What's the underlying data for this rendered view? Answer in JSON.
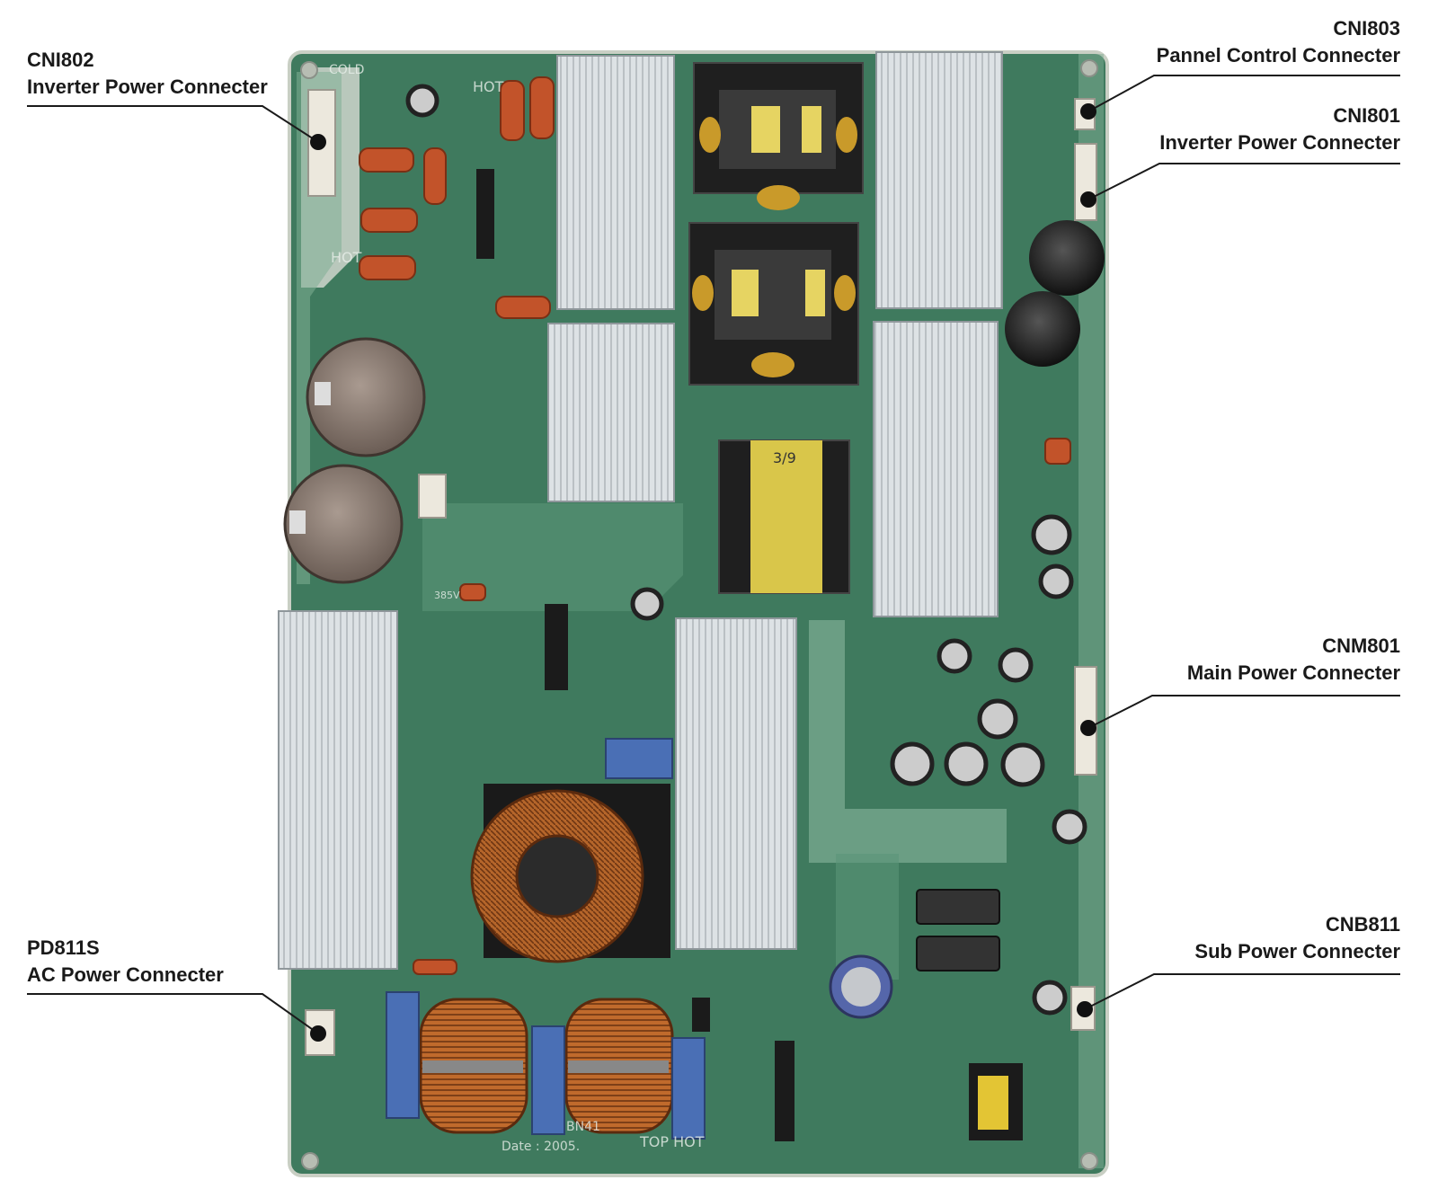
{
  "board": {
    "silkscreen": [
      "COLD",
      "HOT",
      "HOT",
      "TOP HOT",
      "BN41",
      "Date : 2005.",
      "385V"
    ],
    "transformer_label": "3/9"
  },
  "callouts": {
    "cni802": {
      "code": "CNI802",
      "desc": "Inverter Power Connecter"
    },
    "cni803": {
      "code": "CNI803",
      "desc": "Pannel Control Connecter"
    },
    "cni801": {
      "code": "CNI801",
      "desc": "Inverter Power Connecter"
    },
    "cnm801": {
      "code": "CNM801",
      "desc": "Main Power Connecter"
    },
    "cnb811": {
      "code": "CNB811",
      "desc": "Sub Power Connecter"
    },
    "pd811s": {
      "code": "PD811S",
      "desc": "AC Power Connecter"
    }
  },
  "colors": {
    "pcb": "#3f7a5e",
    "pcb_trace": "#7fae94",
    "heatsink": "#d4d9dc",
    "capacitor_cap": "#8c8078",
    "copper": "#b5652a",
    "callout_text": "#1a1a1a"
  }
}
